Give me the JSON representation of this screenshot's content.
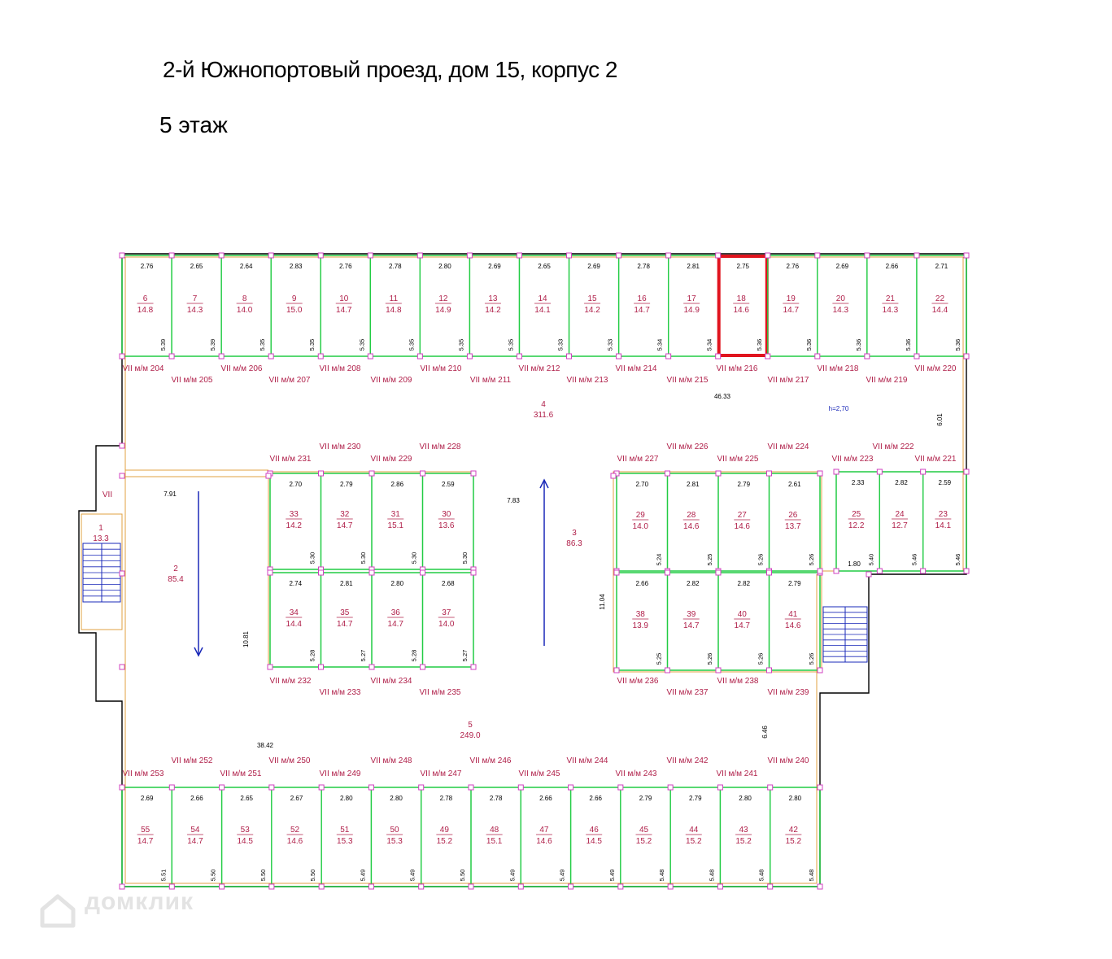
{
  "header": {
    "title": "2-й Южнопортовый проезд, дом 15, корпус 2",
    "floor": "5 этаж"
  },
  "watermark": {
    "text": "домклик"
  },
  "colors": {
    "wall": "#000000",
    "cell": "#22cc44",
    "label": "#b0204a",
    "highlight": "#e0141e",
    "arrow": "#1a28b8",
    "dim": "#000000",
    "outline": "#e0a040",
    "node": "#d040c0"
  },
  "highlight": {
    "room": "18"
  },
  "top_row": [
    {
      "num": "6",
      "area": "14.8",
      "w": "2.76",
      "d": "5.39"
    },
    {
      "num": "7",
      "area": "14.3",
      "w": "2.65",
      "d": "5.39"
    },
    {
      "num": "8",
      "area": "14.0",
      "w": "2.64",
      "d": "5.35"
    },
    {
      "num": "9",
      "area": "15.0",
      "w": "2.83",
      "d": "5.35"
    },
    {
      "num": "10",
      "area": "14.7",
      "w": "2.76",
      "d": "5.35"
    },
    {
      "num": "11",
      "area": "14.8",
      "w": "2.78",
      "d": "5.35"
    },
    {
      "num": "12",
      "area": "14.9",
      "w": "2.80",
      "d": "5.35"
    },
    {
      "num": "13",
      "area": "14.2",
      "w": "2.69",
      "d": "5.35"
    },
    {
      "num": "14",
      "area": "14.1",
      "w": "2.65",
      "d": "5.33"
    },
    {
      "num": "15",
      "area": "14.2",
      "w": "2.69",
      "d": "5.33"
    },
    {
      "num": "16",
      "area": "14.7",
      "w": "2.78",
      "d": "5.34"
    },
    {
      "num": "17",
      "area": "14.9",
      "w": "2.81",
      "d": "5.34"
    },
    {
      "num": "18",
      "area": "14.6",
      "w": "2.75",
      "d": "5.36"
    },
    {
      "num": "19",
      "area": "14.7",
      "w": "2.76",
      "d": "5.36"
    },
    {
      "num": "20",
      "area": "14.3",
      "w": "2.69",
      "d": "5.36"
    },
    {
      "num": "21",
      "area": "14.3",
      "w": "2.66",
      "d": "5.36"
    },
    {
      "num": "22",
      "area": "14.4",
      "w": "2.71",
      "d": "5.36"
    }
  ],
  "bottom_row": [
    {
      "num": "55",
      "area": "14.7",
      "w": "2.69",
      "d": "5.51"
    },
    {
      "num": "54",
      "area": "14.7",
      "w": "2.66",
      "d": "5.50"
    },
    {
      "num": "53",
      "area": "14.5",
      "w": "2.65",
      "d": "5.50"
    },
    {
      "num": "52",
      "area": "14.6",
      "w": "2.67",
      "d": "5.50"
    },
    {
      "num": "51",
      "area": "15.3",
      "w": "2.80",
      "d": "5.49"
    },
    {
      "num": "50",
      "area": "15.3",
      "w": "2.80",
      "d": "5.49"
    },
    {
      "num": "49",
      "area": "15.2",
      "w": "2.78",
      "d": "5.50"
    },
    {
      "num": "48",
      "area": "15.1",
      "w": "2.78",
      "d": "5.49"
    },
    {
      "num": "47",
      "area": "14.6",
      "w": "2.66",
      "d": "5.49"
    },
    {
      "num": "46",
      "area": "14.5",
      "w": "2.66",
      "d": "5.49"
    },
    {
      "num": "45",
      "area": "15.2",
      "w": "2.79",
      "d": "5.48"
    },
    {
      "num": "44",
      "area": "15.2",
      "w": "2.79",
      "d": "5.48"
    },
    {
      "num": "43",
      "area": "15.2",
      "w": "2.80",
      "d": "5.48"
    },
    {
      "num": "42",
      "area": "15.2",
      "w": "2.80",
      "d": "5.48"
    }
  ],
  "left_block_top": [
    {
      "num": "33",
      "area": "14.2",
      "w": "2.70",
      "d": "5.30"
    },
    {
      "num": "32",
      "area": "14.7",
      "w": "2.79",
      "d": "5.30"
    },
    {
      "num": "31",
      "area": "15.1",
      "w": "2.86",
      "d": "5.30"
    },
    {
      "num": "30",
      "area": "13.6",
      "w": "2.59",
      "d": "5.30"
    }
  ],
  "left_block_bottom": [
    {
      "num": "34",
      "area": "14.4",
      "w": "2.74",
      "d": "5.28"
    },
    {
      "num": "35",
      "area": "14.7",
      "w": "2.81",
      "d": "5.27"
    },
    {
      "num": "36",
      "area": "14.7",
      "w": "2.80",
      "d": "5.28"
    },
    {
      "num": "37",
      "area": "14.0",
      "w": "2.68",
      "d": "5.27"
    }
  ],
  "right_block_top": [
    {
      "num": "29",
      "area": "14.0",
      "w": "2.70",
      "d": "5.24"
    },
    {
      "num": "28",
      "area": "14.6",
      "w": "2.81",
      "d": "5.25"
    },
    {
      "num": "27",
      "area": "14.6",
      "w": "2.79",
      "d": "5.26"
    },
    {
      "num": "26",
      "area": "13.7",
      "w": "2.61",
      "d": "5.26"
    }
  ],
  "right_block_bottom": [
    {
      "num": "38",
      "area": "13.9",
      "w": "2.66",
      "d": "5.25"
    },
    {
      "num": "39",
      "area": "14.7",
      "w": "2.82",
      "d": "5.26"
    },
    {
      "num": "40",
      "area": "14.7",
      "w": "2.82",
      "d": "5.26"
    },
    {
      "num": "41",
      "area": "14.6",
      "w": "2.79",
      "d": "5.26"
    }
  ],
  "far_right_block": [
    {
      "num": "25",
      "area": "12.2",
      "w": "2.33",
      "d": "5.40"
    },
    {
      "num": "24",
      "area": "12.7",
      "w": "2.82",
      "d": "5.46"
    },
    {
      "num": "23",
      "area": "14.1",
      "w": "2.59",
      "d": "5.46"
    }
  ],
  "zones": [
    {
      "num": "1",
      "area": "13.3"
    },
    {
      "num": "2",
      "area": "85.4"
    },
    {
      "num": "3",
      "area": "86.3"
    },
    {
      "num": "4",
      "area": "311.6"
    },
    {
      "num": "5",
      "area": "249.0"
    }
  ],
  "parking_top_row1": [
    "VII м/м 204",
    "VII м/м 206",
    "VII м/м 208",
    "VII м/м 210",
    "VII м/м 212",
    "VII м/м 214",
    "VII м/м 216",
    "VII м/м 218",
    "VII м/м 220"
  ],
  "parking_top_row2": [
    "VII м/м 205",
    "VII м/м 207",
    "VII м/м 209",
    "VII м/м 211",
    "VII м/м 213",
    "VII м/м 215",
    "VII м/м 217",
    "VII м/м 219"
  ],
  "parking_mid_upper": [
    "VII м/м 230",
    "VII м/м 228",
    "VII м/м 226",
    "VII м/м 224",
    "VII м/м 222"
  ],
  "parking_mid_lower": [
    "VII м/м 231",
    "VII м/м 229",
    "VII м/м 227",
    "VII м/м 225",
    "VII м/м 223",
    "VII м/м 221"
  ],
  "parking_low_row1": [
    "VII м/м 232",
    "VII м/м 234",
    "VII м/м 236",
    "VII м/м 238"
  ],
  "parking_low_row2": [
    "VII м/м 233",
    "VII м/м 235",
    "VII м/м 237",
    "VII м/м 239"
  ],
  "parking_bottom_row1": [
    "VII м/м 252",
    "VII м/м 250",
    "VII м/м 248",
    "VII м/м 246",
    "VII м/м 244",
    "VII м/м 242",
    "VII м/м 240"
  ],
  "parking_bottom_row2": [
    "VII м/м 253",
    "VII м/м 251",
    "VII м/м 249",
    "VII м/м 247",
    "VII м/м 245",
    "VII м/м 243",
    "VII м/м 241"
  ],
  "dims": {
    "d1": "46.33",
    "d2": "h=2,70",
    "d3": "6.01",
    "d4": "7.91",
    "d5": "7.83",
    "d6": "11.04",
    "d7": "10.81",
    "d8": "38.42",
    "d9": "6.46",
    "d10": "1.80",
    "stair_label": "VII"
  }
}
